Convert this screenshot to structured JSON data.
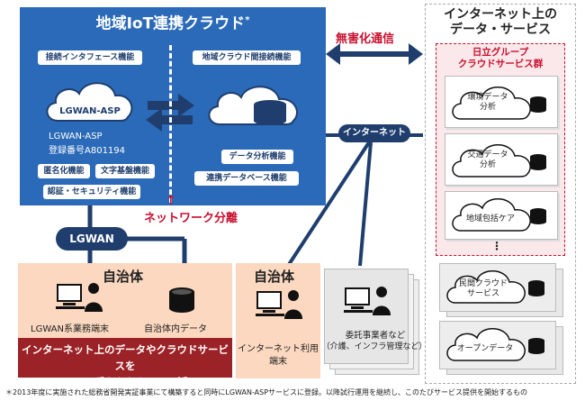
{
  "regional_cloud": {
    "title": "地域IoT連携クラウド",
    "title_mark": "*",
    "connection_interface": "接続インタフェース機能",
    "inter_cloud_function": "地域クラウド間接続機能",
    "asp_cloud_label": "LGWAN-ASP",
    "asp_reg_line1": "LGWAN-ASP",
    "asp_reg_line2": "登録番号A801194",
    "anonymize": "匿名化機能",
    "text_base": "文字基盤機能",
    "auth_security": "認証・セキュリティ機能",
    "data_analysis": "データ分析機能",
    "linked_db": "連携データベース機能"
  },
  "network_separation": "ネットワーク分離",
  "harmless_comm": "無害化通信",
  "lgwan_label": "LGWAN",
  "internet_label": "インターネット",
  "municipality_left": {
    "title": "自治体",
    "terminal": "LGWAN系業務端末",
    "data": "自治体内データ"
  },
  "municipality_right": {
    "title": "自治体",
    "terminal_line1": "インターネット利用",
    "terminal_line2": "端末"
  },
  "contractor": {
    "line1": "委託事業者など",
    "line2": "（介護、インフラ管理など）"
  },
  "banner": {
    "line1": "インターネット上のデータやクラウドサービスを",
    "line2": "LGWAN系からセキュアに活用"
  },
  "internet_services": {
    "title_line1": "インターネット上の",
    "title_line2": "データ・サービス",
    "hitachi_line1": "日立グループ",
    "hitachi_line2": "クラウドサービス群",
    "env_line1": "環境データ",
    "env_line2": "分析",
    "traffic_line1": "交通データ",
    "traffic_line2": "分析",
    "care": "地域包括ケア",
    "ellipsis": "⋮",
    "private_line1": "民間クラウド",
    "private_line2": "サービス",
    "open_data": "オープンデータ"
  },
  "footnote": "＊2013年度に実施された総務省開発実証事業にて構築すると同時にLGWAN-ASPサービスに登録。以降試行運用を継続し、このたびサービス提供を開始するもの",
  "colors": {
    "blue": "#2a6ab8",
    "navy": "#1f3e6e",
    "red": "#c8102e",
    "peach": "#fbd8bf",
    "banner": "#9b2226"
  }
}
